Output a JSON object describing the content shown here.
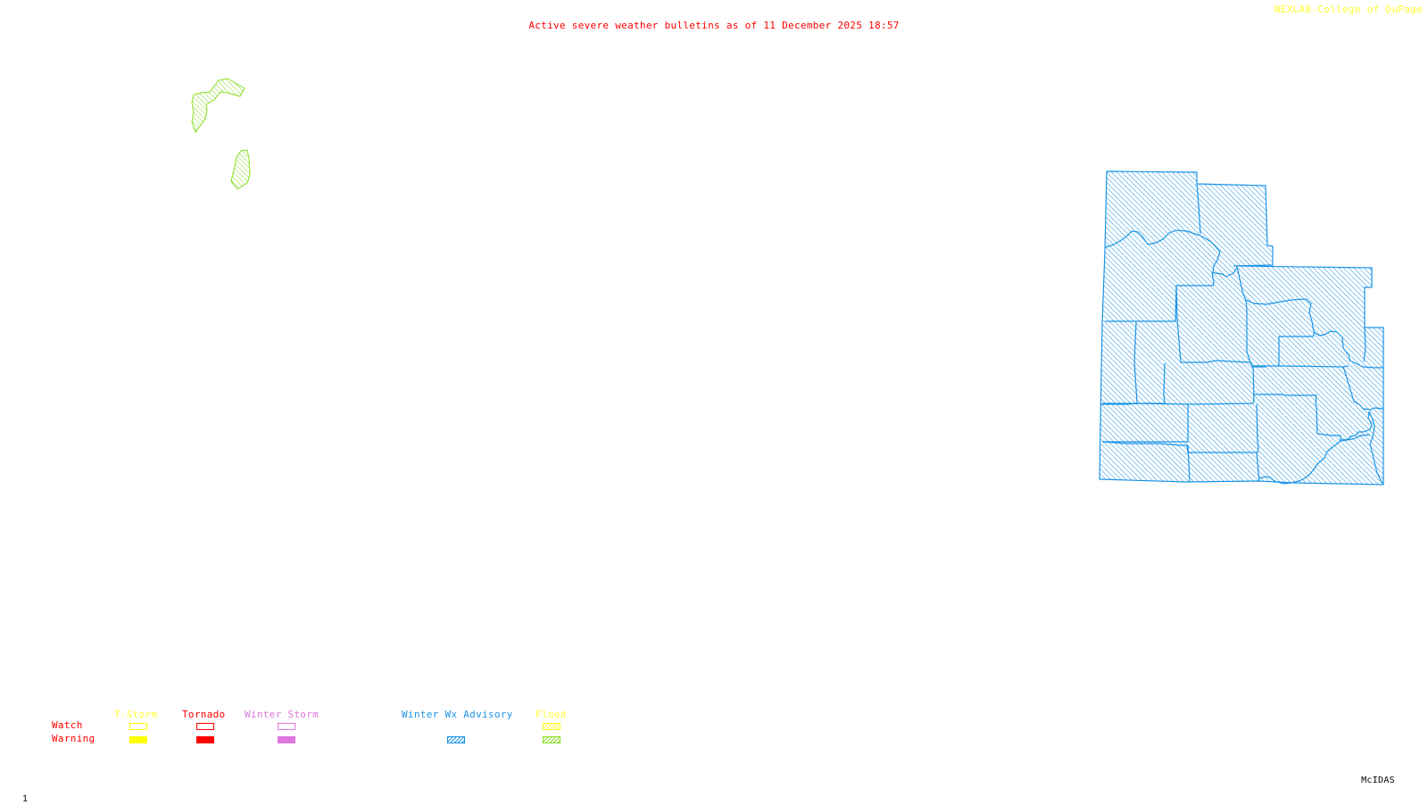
{
  "header": {
    "title": "Active severe weather bulletins as of 11 December 2025 18:57",
    "credit": "NEXLAB-College of DuPage"
  },
  "footer": {
    "frame_number": "1",
    "software": "McIDAS"
  },
  "colors": {
    "title": "#ff0000",
    "credit": "#ffff33",
    "tstorm": "#ffff00",
    "tornado": "#ff0000",
    "winter_storm": "#dd77dd",
    "winter_wx_advisory": "#1a94e6",
    "flood_watch": "#ffff33",
    "flood_warning": "#88dd22"
  },
  "legend": {
    "row_labels": {
      "watch": "Watch",
      "warning": "Warning"
    },
    "columns": [
      {
        "label": "T-Storm",
        "watch": "outline",
        "warning": "filled",
        "color_key": "tstorm"
      },
      {
        "label": "Tornado",
        "watch": "outline",
        "warning": "filled",
        "color_key": "tornado"
      },
      {
        "label": "Winter Storm",
        "watch": "outline",
        "warning": "filled",
        "color_key": "winter_storm"
      },
      {
        "label": "Winter Wx Advisory",
        "watch": "none",
        "warning": "hatched",
        "color_key": "winter_wx_advisory"
      },
      {
        "label": "Flood",
        "watch": "hatched",
        "warning": "hatched",
        "color_key": "flood_watch"
      }
    ]
  },
  "map": {
    "bulletins": [
      {
        "type": "Flood Warning",
        "style": "hatched",
        "color_key": "flood_warning",
        "area": "northwest polygon 1"
      },
      {
        "type": "Flood Warning",
        "style": "hatched",
        "color_key": "flood_warning",
        "area": "northwest polygon 2"
      },
      {
        "type": "Winter Wx Advisory",
        "style": "hatched",
        "color_key": "winter_wx_advisory",
        "area": "eastern county group"
      }
    ]
  }
}
